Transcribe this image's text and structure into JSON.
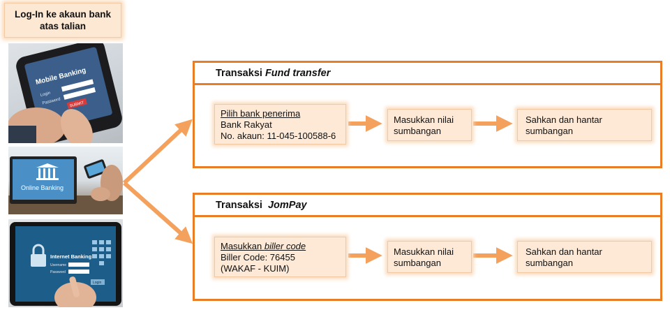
{
  "login": {
    "line1": "Log-In ke akaun bank",
    "line2": "atas talian"
  },
  "photos": {
    "mobile": {
      "screen_title": "Mobile Banking",
      "field1": "Login",
      "field2": "Password",
      "button": "SUBMIT"
    },
    "online": {
      "screen_title": "Online Banking"
    },
    "internet": {
      "screen_title": "Internet Banking",
      "field1": "Username",
      "field2": "Password",
      "button": "Login"
    }
  },
  "fund_transfer": {
    "title_prefix": "Transaksi ",
    "title_italic": "Fund transfer",
    "step1": {
      "heading": "Pilih bank penerima",
      "line2": "Bank Rakyat",
      "line3": "No. akaun: 11-045-100588-6"
    },
    "step2": {
      "line1": "Masukkan nilai",
      "line2": "sumbangan"
    },
    "step3": {
      "line1": "Sahkan dan hantar",
      "line2": "sumbangan"
    }
  },
  "jompay": {
    "title_prefix": "Transaksi  ",
    "title_italic": "JomPay",
    "step1": {
      "heading_prefix": "Masukkan ",
      "heading_italic": "biller code",
      "line2": "Biller Code: 76455",
      "line3": "(WAKAF - KUIM)"
    },
    "step2": {
      "line1": "Masukkan nilai",
      "line2": "sumbangan"
    },
    "step3": {
      "line1": "Sahkan dan hantar",
      "line2": "sumbangan"
    }
  },
  "colors": {
    "accent": "#e87d25",
    "box_fill": "#fde9d6",
    "arrow": "#f4a15d"
  }
}
